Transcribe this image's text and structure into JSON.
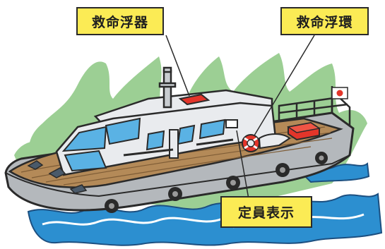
{
  "labels": {
    "life_raft": "救命浮器",
    "life_ring": "救命浮環",
    "capacity_sign": "定員表示"
  },
  "colors": {
    "bush_green": "#9ccf94",
    "water_blue": "#2c8fd0",
    "hull_gray": "#b4b8bc",
    "deck_brown": "#b48a58",
    "cabin_white": "#e9ebee",
    "window_blue": "#5ab2e4",
    "raft_red": "#e3352a",
    "label_yellow": "#fbeb55"
  },
  "icons": [
    "japan-flag-icon",
    "life-ring-icon",
    "life-raft-icon"
  ]
}
